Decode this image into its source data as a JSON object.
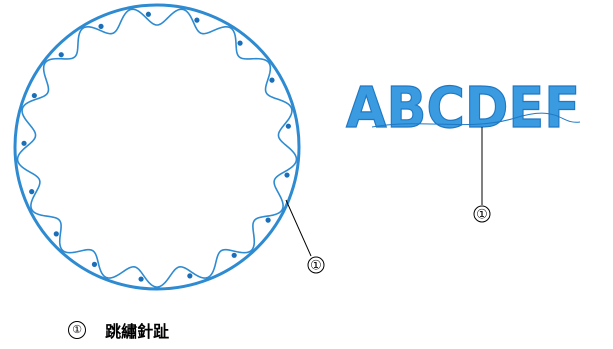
{
  "circle_design": {
    "marker": "①",
    "thread_color": "#2e8bd1",
    "dot_color": "#1a6fb8"
  },
  "text_design": {
    "text": "ABCDEF",
    "marker": "①",
    "fill_color": "#3a9be0"
  },
  "legend": {
    "marker": "①",
    "label": "跳繡針趾"
  }
}
